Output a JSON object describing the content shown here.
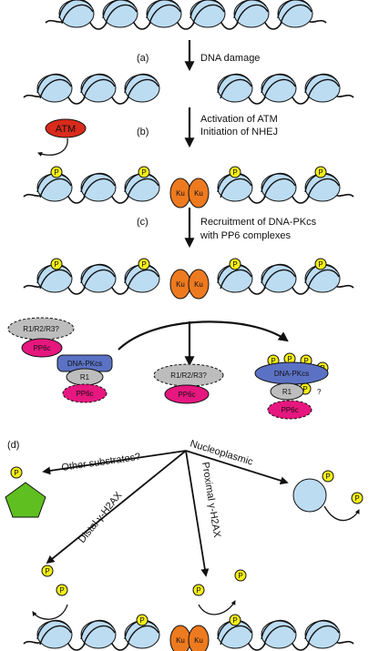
{
  "step_labels": {
    "a": "(a)",
    "b": "(b)",
    "c": "(c)",
    "d": "(d)"
  },
  "captions": {
    "dna_damage": "DNA damage",
    "activation_line1": "Activation of ATM",
    "activation_line2": "Initiation of NHEJ",
    "recruitment_line1": "Recruitment of DNA-PKcs",
    "recruitment_line2": "with PP6 complexes"
  },
  "molecules": {
    "atm": "ATM",
    "ku": "Ku",
    "phospho": "P",
    "pp6c": "PP6c",
    "dna_pkcs": "DNA-PKcs",
    "r1": "R1",
    "r1r2r3": "R1/R2/R3?",
    "question": "?"
  },
  "pathways": {
    "other": "Other substrates?",
    "nucleo": "Nucleoplasmic",
    "distal": "Distal γ-H2AX",
    "proximal": "Proximal γ-H2AX"
  },
  "colors": {
    "nucleosome": "#bcdcf2",
    "ku": "#ee7a1f",
    "phospho": "#f5ef18",
    "atm": "#d92b1c",
    "pp6c": "#e6177e",
    "dnapkcs": "#5b72c4",
    "regulatory": "#bdbdbd",
    "substrate": "#5fbf21"
  }
}
